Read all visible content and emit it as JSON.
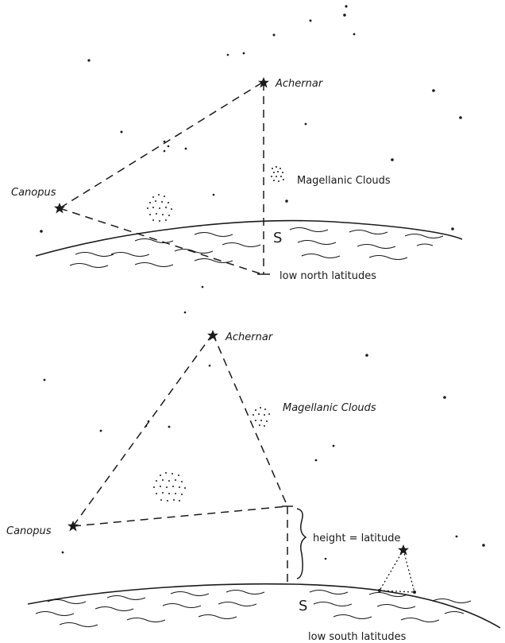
{
  "top_panel": {
    "star_labels": {
      "achernar": "Achernar",
      "canopus": "Canopus"
    },
    "clouds_label": "Magellanic Clouds",
    "direction_label": "S",
    "caption": "low north latitudes"
  },
  "bottom_panel": {
    "star_labels": {
      "achernar": "Achernar",
      "canopus": "Canopus"
    },
    "clouds_label": "Magellanic Clouds",
    "height_label": "height = latitude",
    "direction_label": "S",
    "caption": "low south latitudes"
  },
  "colors": {
    "ink": "#1a1a1a",
    "background": "#ffffff"
  }
}
